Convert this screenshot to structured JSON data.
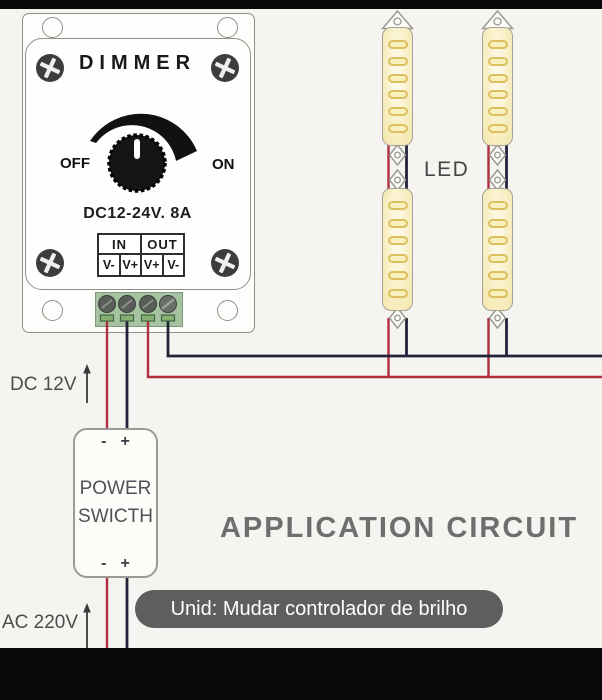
{
  "dimmer": {
    "title": "DIMMER",
    "off": "OFF",
    "on": "ON",
    "rating": "DC12-24V. 8A",
    "table": {
      "in": "IN",
      "out": "OUT",
      "pins": [
        "V-",
        "V+",
        "V+",
        "V-"
      ]
    }
  },
  "led": {
    "label": "LED"
  },
  "power_switch": {
    "line1": "POWER",
    "line2": "SWICTH",
    "minus": "-",
    "plus": "+"
  },
  "annotations": {
    "dc_label": "DC 12V",
    "ac_label": "AC 220V",
    "heading": "APPLICATION CIRCUIT",
    "caption": "Unid: Mudar controlador de brilho"
  },
  "colors": {
    "wire_positive_red": "#b02e3e",
    "wire_negative_dark": "#23233a",
    "terminal_block_green": "#a7c2a1",
    "caption_pill_gray": "#5e5e5e",
    "heading_gray": "#6e6e6e",
    "led_chip_yellow": "#f8f0bd"
  }
}
